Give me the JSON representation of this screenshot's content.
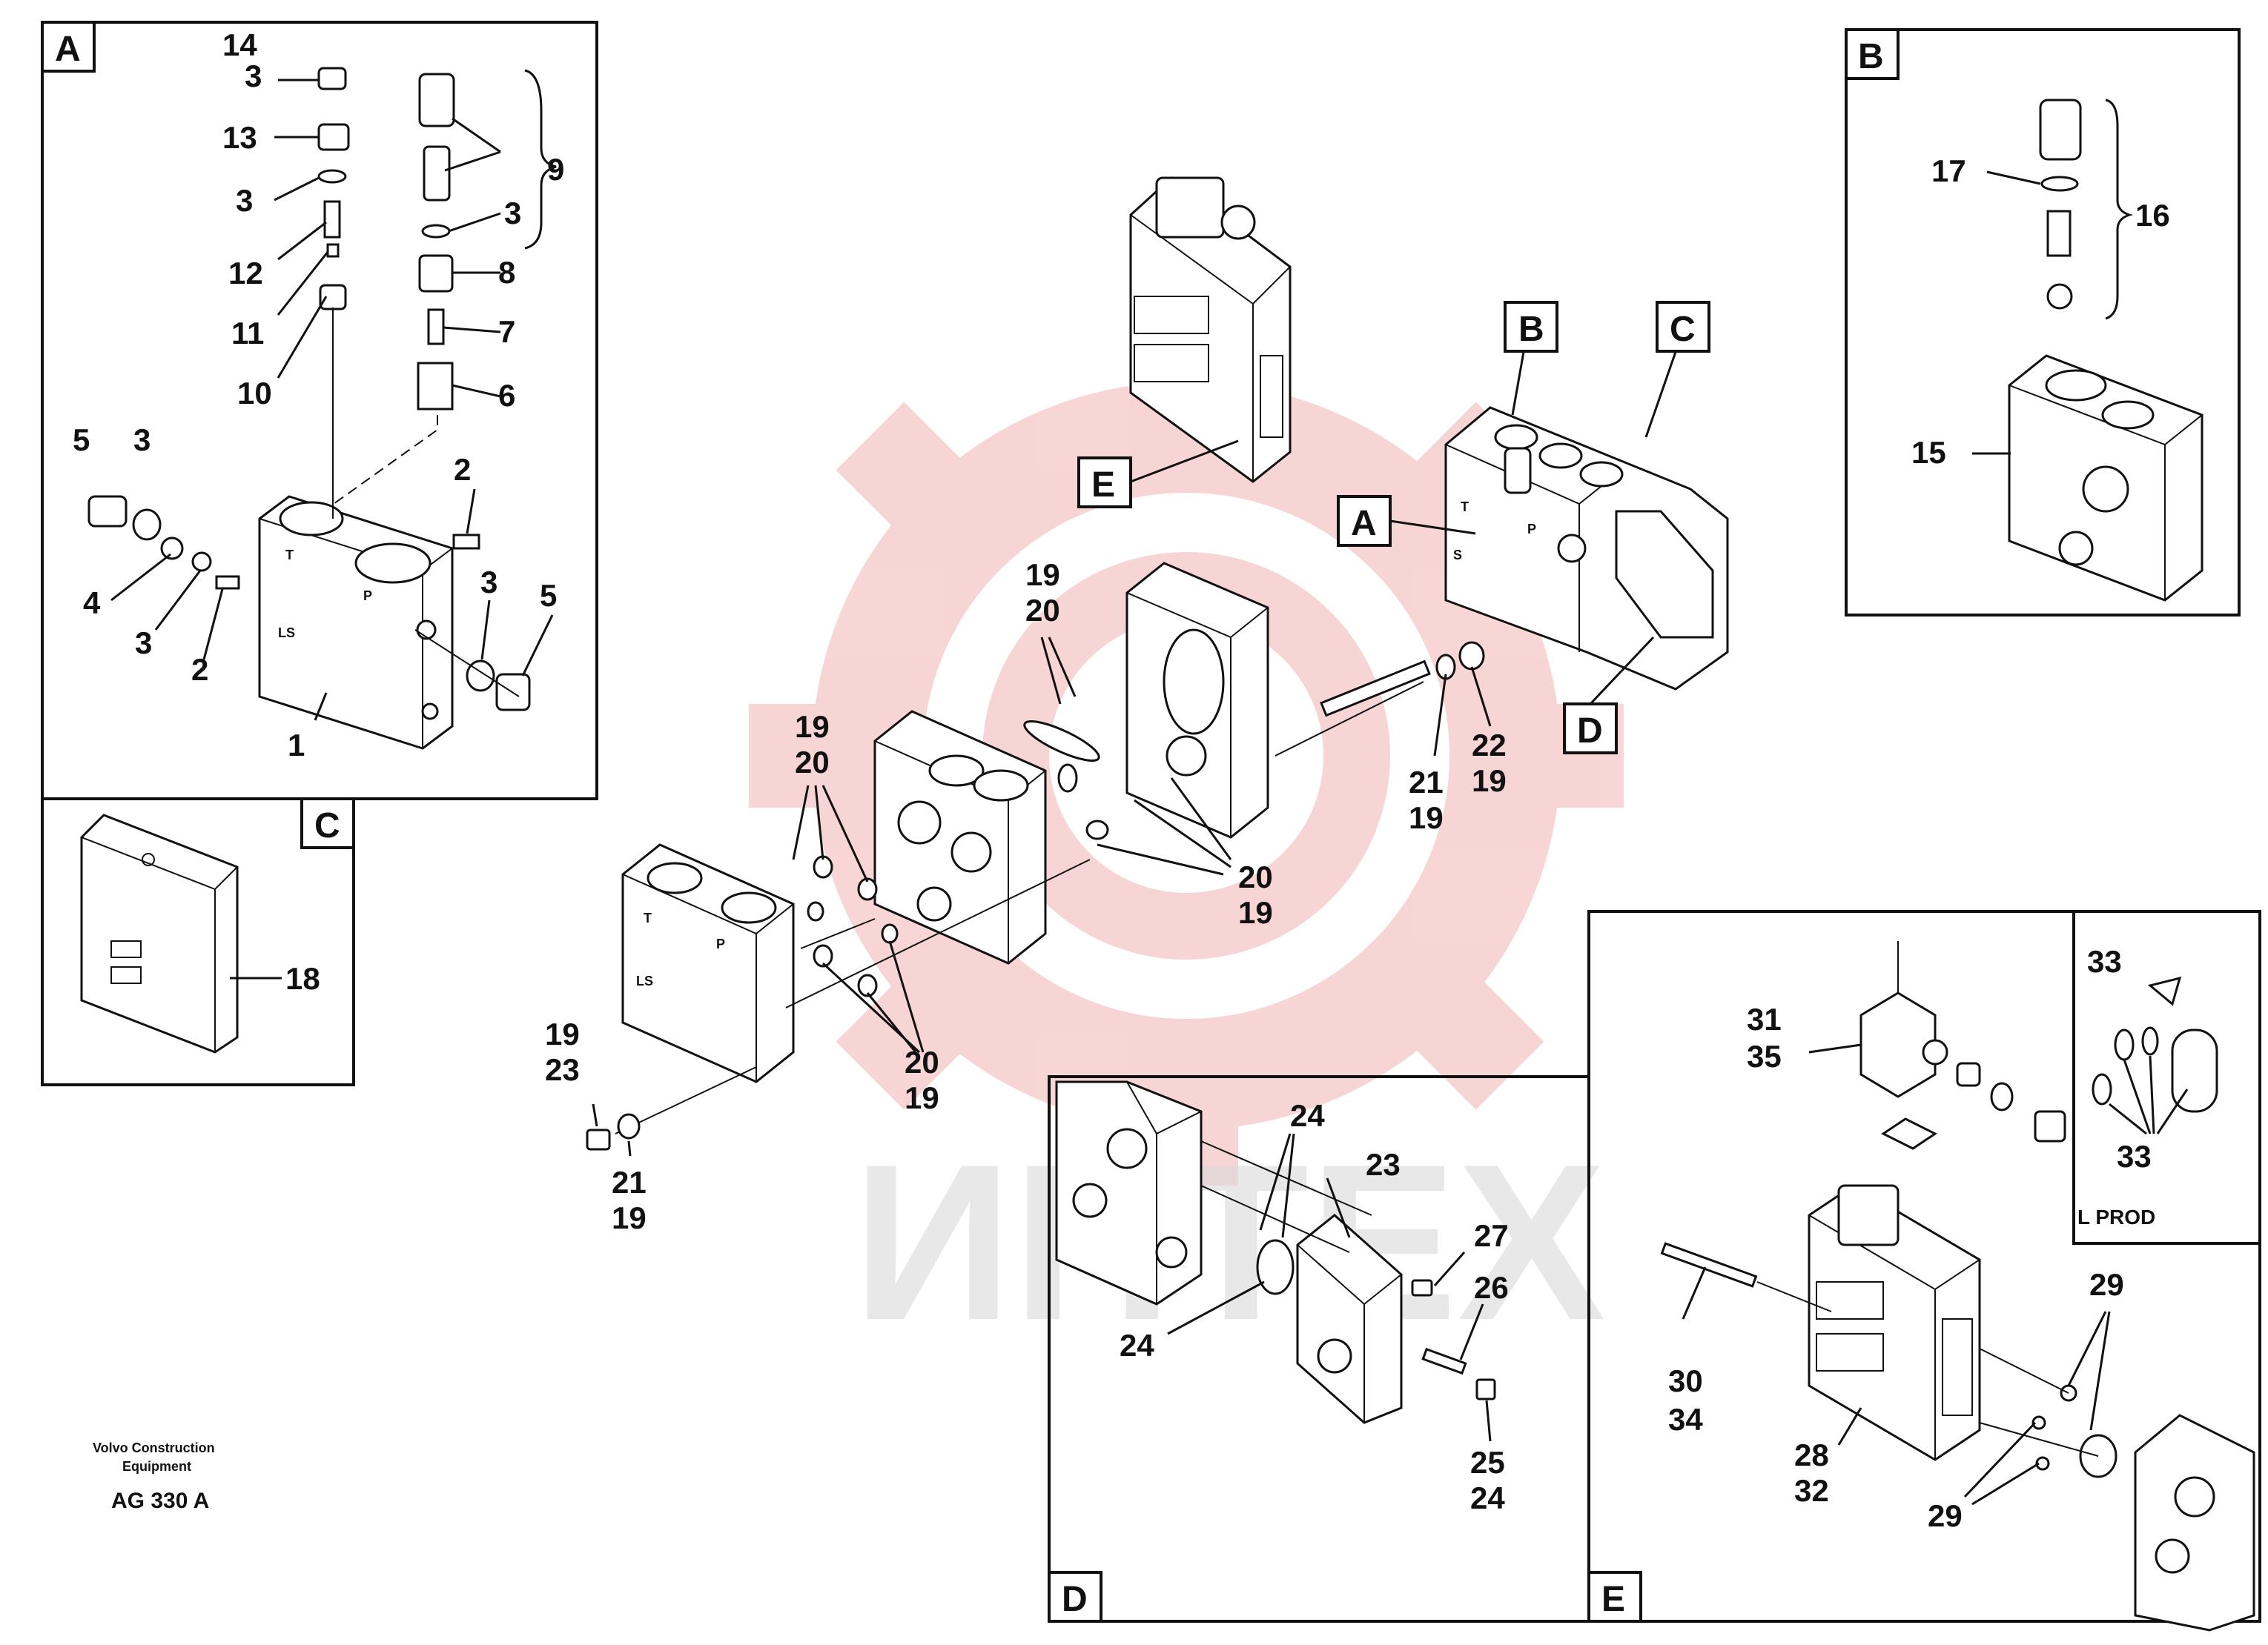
{
  "watermark": {
    "text": "ИНТЕХ",
    "gear_color": "#f6c6c6"
  },
  "panels": {
    "A": {
      "letter": "A"
    },
    "B": {
      "letter": "B"
    },
    "C": {
      "letter": "C"
    },
    "D": {
      "letter": "D"
    },
    "E": {
      "letter": "E"
    },
    "lprod": {
      "text": "L PROD"
    }
  },
  "callouts": {
    "B": "B",
    "C": "C",
    "A": "A",
    "D": "D",
    "E": "E"
  },
  "footer": {
    "company_line1": "Volvo Construction",
    "company_line2": "Equipment",
    "code": "AG 330 A"
  },
  "labels": {
    "a_14": "14",
    "a_3_top": "3",
    "a_13": "13",
    "a_3_mid": "3",
    "a_12": "12",
    "a_11": "11",
    "a_10": "10",
    "a_9": "9",
    "a_3_right": "3",
    "a_8": "8",
    "a_7": "7",
    "a_6": "6",
    "a_5_left": "5",
    "a_3_left": "3",
    "a_4": "4",
    "a_3_low": "3",
    "a_2_low": "2",
    "a_2_right": "2",
    "a_3_rlow": "3",
    "a_5_right": "5",
    "a_1": "1",
    "c_18": "18",
    "b_17": "17",
    "b_16": "16",
    "b_15": "15",
    "m_19a": "19",
    "m_20a": "20",
    "m_19b": "19",
    "m_20b": "20",
    "m_21a": "21",
    "m_19c": "19",
    "m_22": "22",
    "m_19d": "19",
    "m_20c": "20",
    "m_19e": "19",
    "m_20d": "20",
    "m_19f": "19",
    "m_19g": "19",
    "m_23": "23",
    "m_21b": "21",
    "m_19h": "19",
    "d_24a": "24",
    "d_23": "23",
    "d_27": "27",
    "d_26": "26",
    "d_24b": "24",
    "d_25": "25",
    "d_24c": "24",
    "e_31": "31",
    "e_35": "35",
    "e_33a": "33",
    "e_33b": "33",
    "e_29a": "29",
    "e_30": "30",
    "e_34": "34",
    "e_28": "28",
    "e_32": "32",
    "e_29b": "29"
  }
}
